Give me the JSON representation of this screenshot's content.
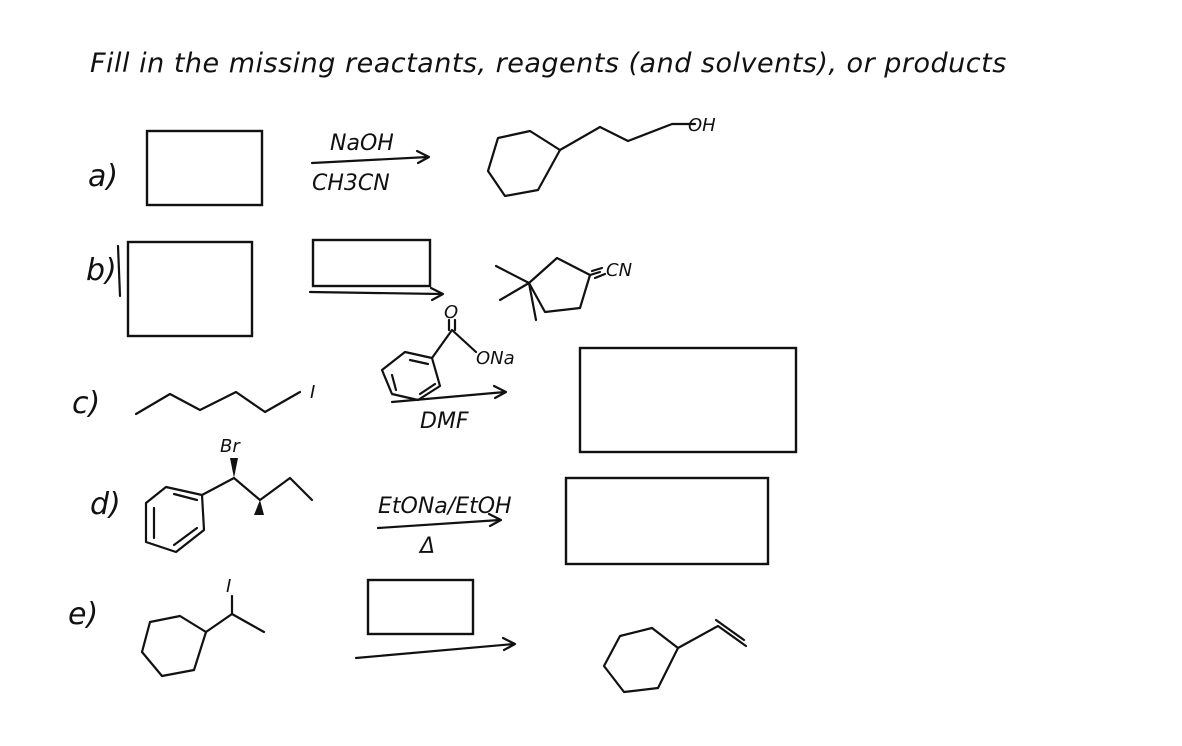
{
  "title": "Fill in the missing reactants, reagents (and solvents), or products",
  "problems": [
    {
      "label": "a)",
      "reagent_top": "NaOH",
      "reagent_bottom": "CH3CN",
      "product_group": "OH"
    },
    {
      "label": "b)",
      "product_group": "CN"
    },
    {
      "label": "c)",
      "reactant_group": "I",
      "reagent_carbonyl_o": "O",
      "reagent_group": "ONa",
      "reagent_bottom": "DMF"
    },
    {
      "label": "d)",
      "reactant_group": "Br",
      "reagent_top": "EtONa/EtOH",
      "reagent_bottom": "Δ"
    },
    {
      "label": "e)",
      "reactant_group": "I"
    }
  ]
}
